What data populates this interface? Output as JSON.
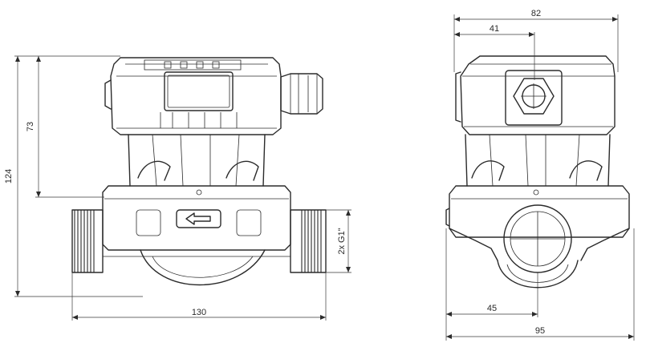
{
  "dimensions": {
    "width_82": "82",
    "half_41": "41",
    "height_124": "124",
    "height_73": "73",
    "length_130": "130",
    "connection": "2x G1\"",
    "offset_45": "45",
    "width_95": "95"
  },
  "views": {
    "side": {
      "icon": "flow-direction-arrow-icon"
    },
    "front": {
      "icon": "hex-plug-icon"
    }
  }
}
